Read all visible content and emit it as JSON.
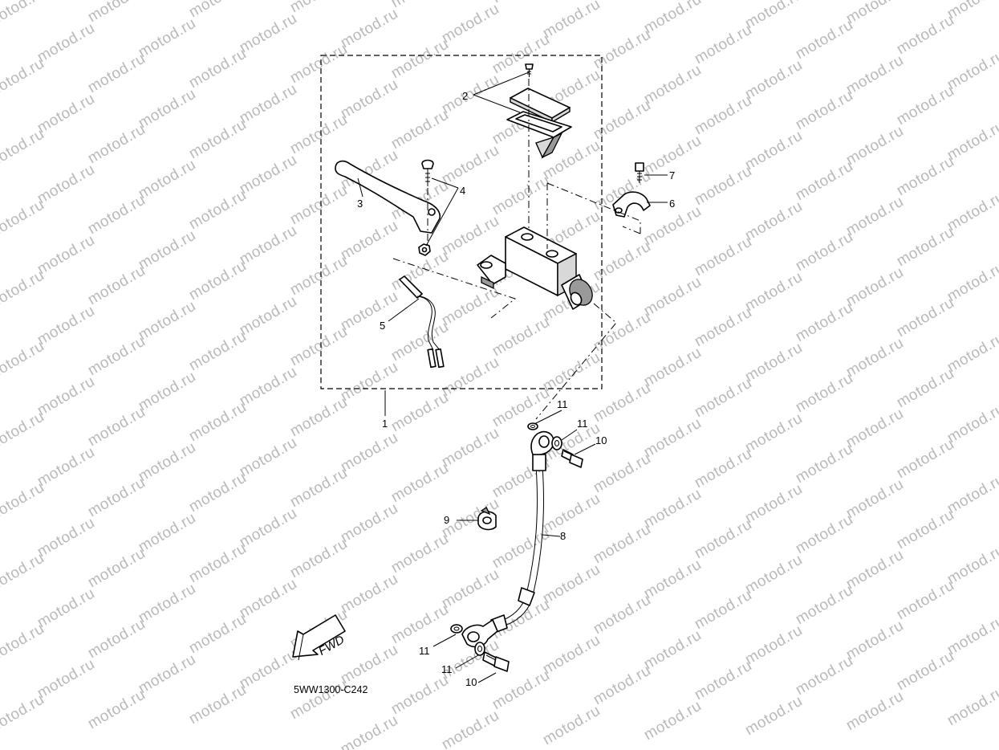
{
  "watermark": "motod.ru",
  "diagram_code": "5WW1300-C242",
  "fwd_label": "FWD",
  "callouts": {
    "c1": "1",
    "c2": "2",
    "c3": "3",
    "c4": "4",
    "c5": "5",
    "c6": "6",
    "c7": "7",
    "c8": "8",
    "c9": "9",
    "c10a": "10",
    "c10b": "10",
    "c11a": "11",
    "c11b": "11",
    "c11c": "11",
    "c11d": "11"
  }
}
